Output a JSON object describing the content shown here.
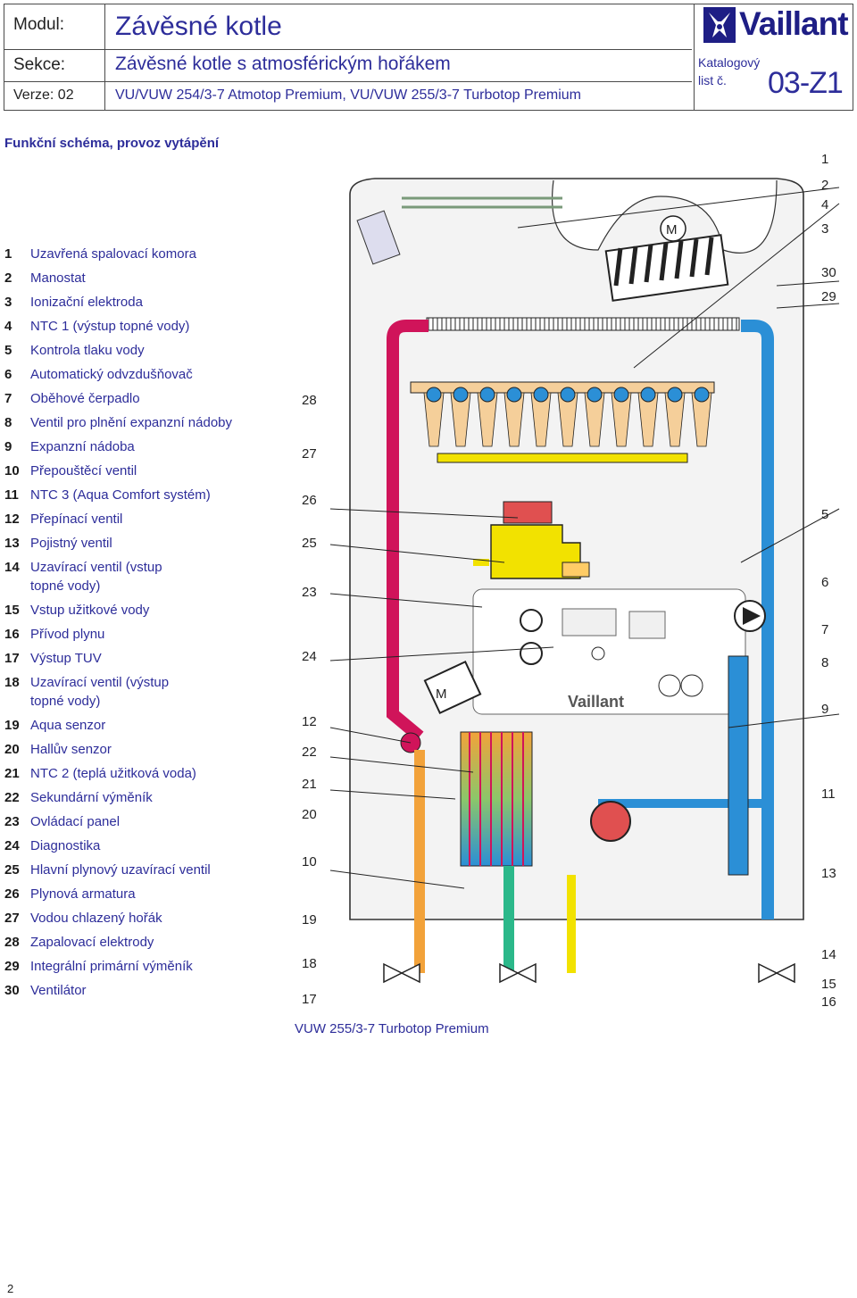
{
  "header": {
    "modul_label": "Modul:",
    "modul_value": "Závěsné kotle",
    "sekce_label": "Sekce:",
    "sekce_value": "Závěsné kotle s atmosférickým hořákem",
    "verze_label": "Verze: 02",
    "verze_value": "VU/VUW 254/3-7 Atmotop Premium, VU/VUW 255/3-7 Turbotop Premium",
    "brand": "Vaillant",
    "katalog_label_1": "Katalogový",
    "katalog_label_2": "list č.",
    "katalog_code": "03-Z1"
  },
  "section_title": "Funkční schéma, provoz vytápění",
  "legend": [
    {
      "n": "1",
      "t": "Uzavřená spalovací komora"
    },
    {
      "n": "2",
      "t": "Manostat"
    },
    {
      "n": "3",
      "t": "Ionizační elektroda"
    },
    {
      "n": "4",
      "t": "NTC 1 (výstup topné vody)"
    },
    {
      "n": "5",
      "t": "Kontrola tlaku vody"
    },
    {
      "n": "6",
      "t": "Automatický odvzdušňovač"
    },
    {
      "n": "7",
      "t": "Oběhové čerpadlo"
    },
    {
      "n": "8",
      "t": "Ventil pro plnění expanzní nádoby"
    },
    {
      "n": "9",
      "t": "Expanzní nádoba"
    },
    {
      "n": "10",
      "t": "Přepouštěcí ventil"
    },
    {
      "n": "11",
      "t": "NTC 3 (Aqua Comfort systém)"
    },
    {
      "n": "12",
      "t": "Přepínací ventil"
    },
    {
      "n": "13",
      "t": "Pojistný ventil"
    },
    {
      "n": "14",
      "t": "Uzavírací ventil (vstup topné vody)"
    },
    {
      "n": "15",
      "t": "Vstup užitkové vody"
    },
    {
      "n": "16",
      "t": "Přívod plynu"
    },
    {
      "n": "17",
      "t": "Výstup TUV"
    },
    {
      "n": "18",
      "t": "Uzavírací ventil (výstup topné vody)"
    },
    {
      "n": "19",
      "t": "Aqua senzor"
    },
    {
      "n": "20",
      "t": "Hallův senzor"
    },
    {
      "n": "21",
      "t": "NTC 2 (teplá užitková voda)"
    },
    {
      "n": "22",
      "t": "Sekundární výměník"
    },
    {
      "n": "23",
      "t": "Ovládací panel"
    },
    {
      "n": "24",
      "t": "Diagnostika"
    },
    {
      "n": "25",
      "t": "Hlavní plynový uzavírací ventil"
    },
    {
      "n": "26",
      "t": "Plynová armatura"
    },
    {
      "n": "27",
      "t": "Vodou chlazený hořák"
    },
    {
      "n": "28",
      "t": "Zapalovací elektrody"
    },
    {
      "n": "29",
      "t": "Integrální primární výměník"
    },
    {
      "n": "30",
      "t": "Ventilátor"
    }
  ],
  "diagram": {
    "left_numbers": [
      "28",
      "27",
      "26",
      "25",
      "23",
      "24",
      "12",
      "22",
      "21",
      "20",
      "10",
      "19",
      "18",
      "17"
    ],
    "right_numbers": [
      "1",
      "2",
      "4",
      "3",
      "30",
      "29",
      "5",
      "6",
      "7",
      "8",
      "9",
      "11",
      "13",
      "14",
      "15",
      "16"
    ],
    "motor_label": "M",
    "panel_brand": "Vaillant",
    "colors": {
      "hot": "#d0145a",
      "cold": "#2b8fd6",
      "gas": "#f2e200",
      "burner": "#f5cf9a",
      "casing": "#f2f2f2"
    }
  },
  "caption": "VUW 255/3-7 Turbotop Premium",
  "page_number": "2"
}
